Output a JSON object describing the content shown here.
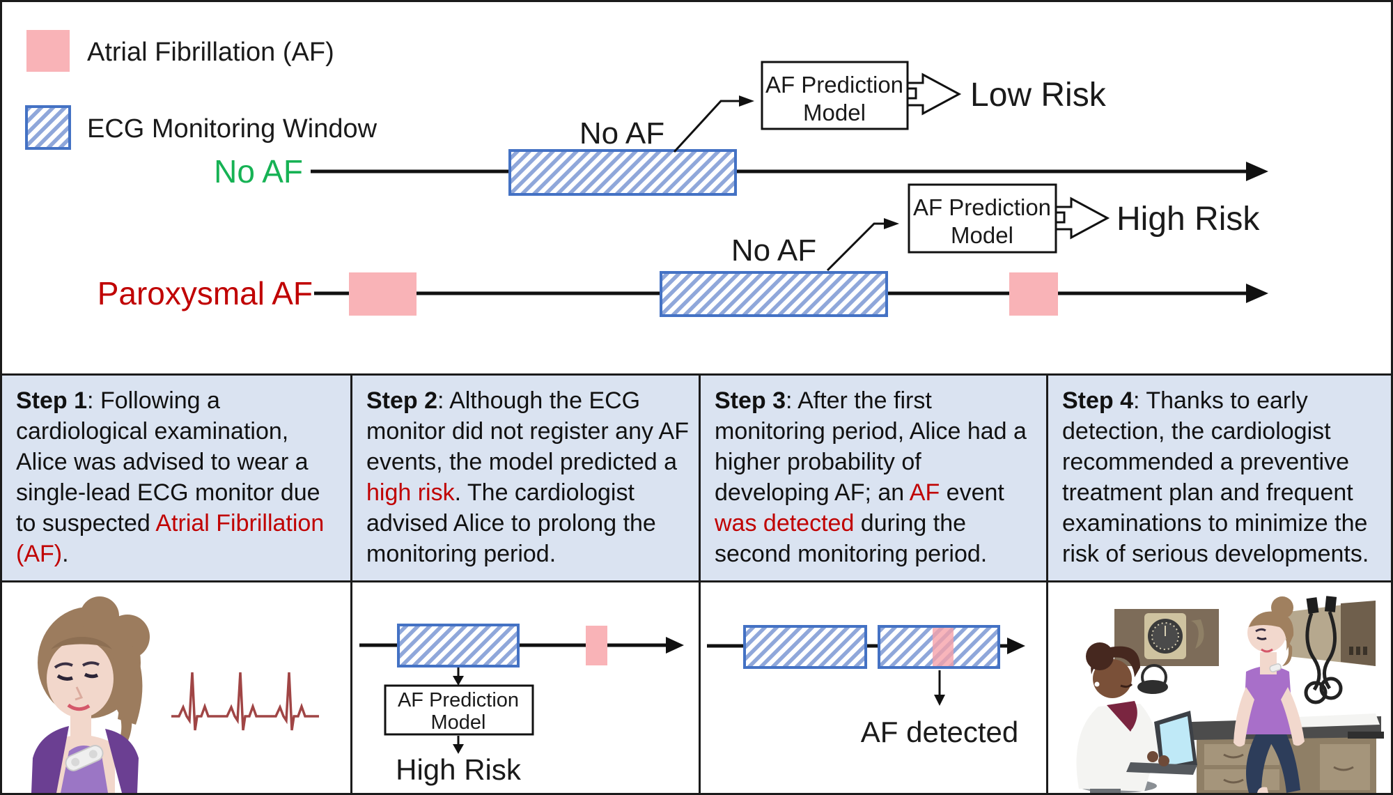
{
  "legend": {
    "af": "Atrial Fibrillation (AF)",
    "ecg": "ECG Monitoring Window"
  },
  "colors": {
    "af_pink": "#f9b3b7",
    "hatch_stripe_blue": "#8fa7da",
    "window_border_blue": "#4472c4",
    "no_af_green": "#16b254",
    "alert_red": "#c00000",
    "step_cell_bg": "#dae3f1",
    "ecg_trace_red": "#a04545"
  },
  "timelines": {
    "no_af": {
      "label": "No AF",
      "annotation": "No AF",
      "model_line1": "AF Prediction",
      "model_line2": "Model",
      "risk": "Low Risk"
    },
    "paroxysmal": {
      "label": "Paroxysmal AF",
      "annotation": "No AF",
      "model_line1": "AF Prediction",
      "model_line2": "Model",
      "risk": "High Risk"
    }
  },
  "steps": [
    {
      "title": "Step 1",
      "segments": [
        {
          "text": ": Following a cardiological examination, Alice was advised to wear a single-lead ECG monitor due to suspected "
        },
        {
          "text": "Atrial Fibrillation (AF)",
          "color": "red"
        },
        {
          "text": "."
        }
      ]
    },
    {
      "title": "Step 2",
      "segments": [
        {
          "text": ": Although the ECG monitor did not register any AF events, the model predicted a "
        },
        {
          "text": "high risk",
          "color": "red"
        },
        {
          "text": ". The cardiologist advised Alice to prolong the monitoring period."
        }
      ]
    },
    {
      "title": "Step 3",
      "segments": [
        {
          "text": ": After the first monitoring period, Alice had a higher probability of developing AF; an "
        },
        {
          "text": "AF",
          "color": "red"
        },
        {
          "text": " event "
        },
        {
          "text": "was detected",
          "color": "red"
        },
        {
          "text": " during the second monitoring period."
        }
      ]
    },
    {
      "title": "Step 4",
      "segments": [
        {
          "text": ": Thanks to early detection, the cardiologist recommended a preventive treatment plan and frequent examinations to minimize the risk of serious developments."
        }
      ]
    }
  ],
  "diagrams": {
    "step2": {
      "model_line1": "AF Prediction",
      "model_line2": "Model",
      "risk": "High Risk"
    },
    "step3": {
      "caption": "AF detected"
    }
  }
}
